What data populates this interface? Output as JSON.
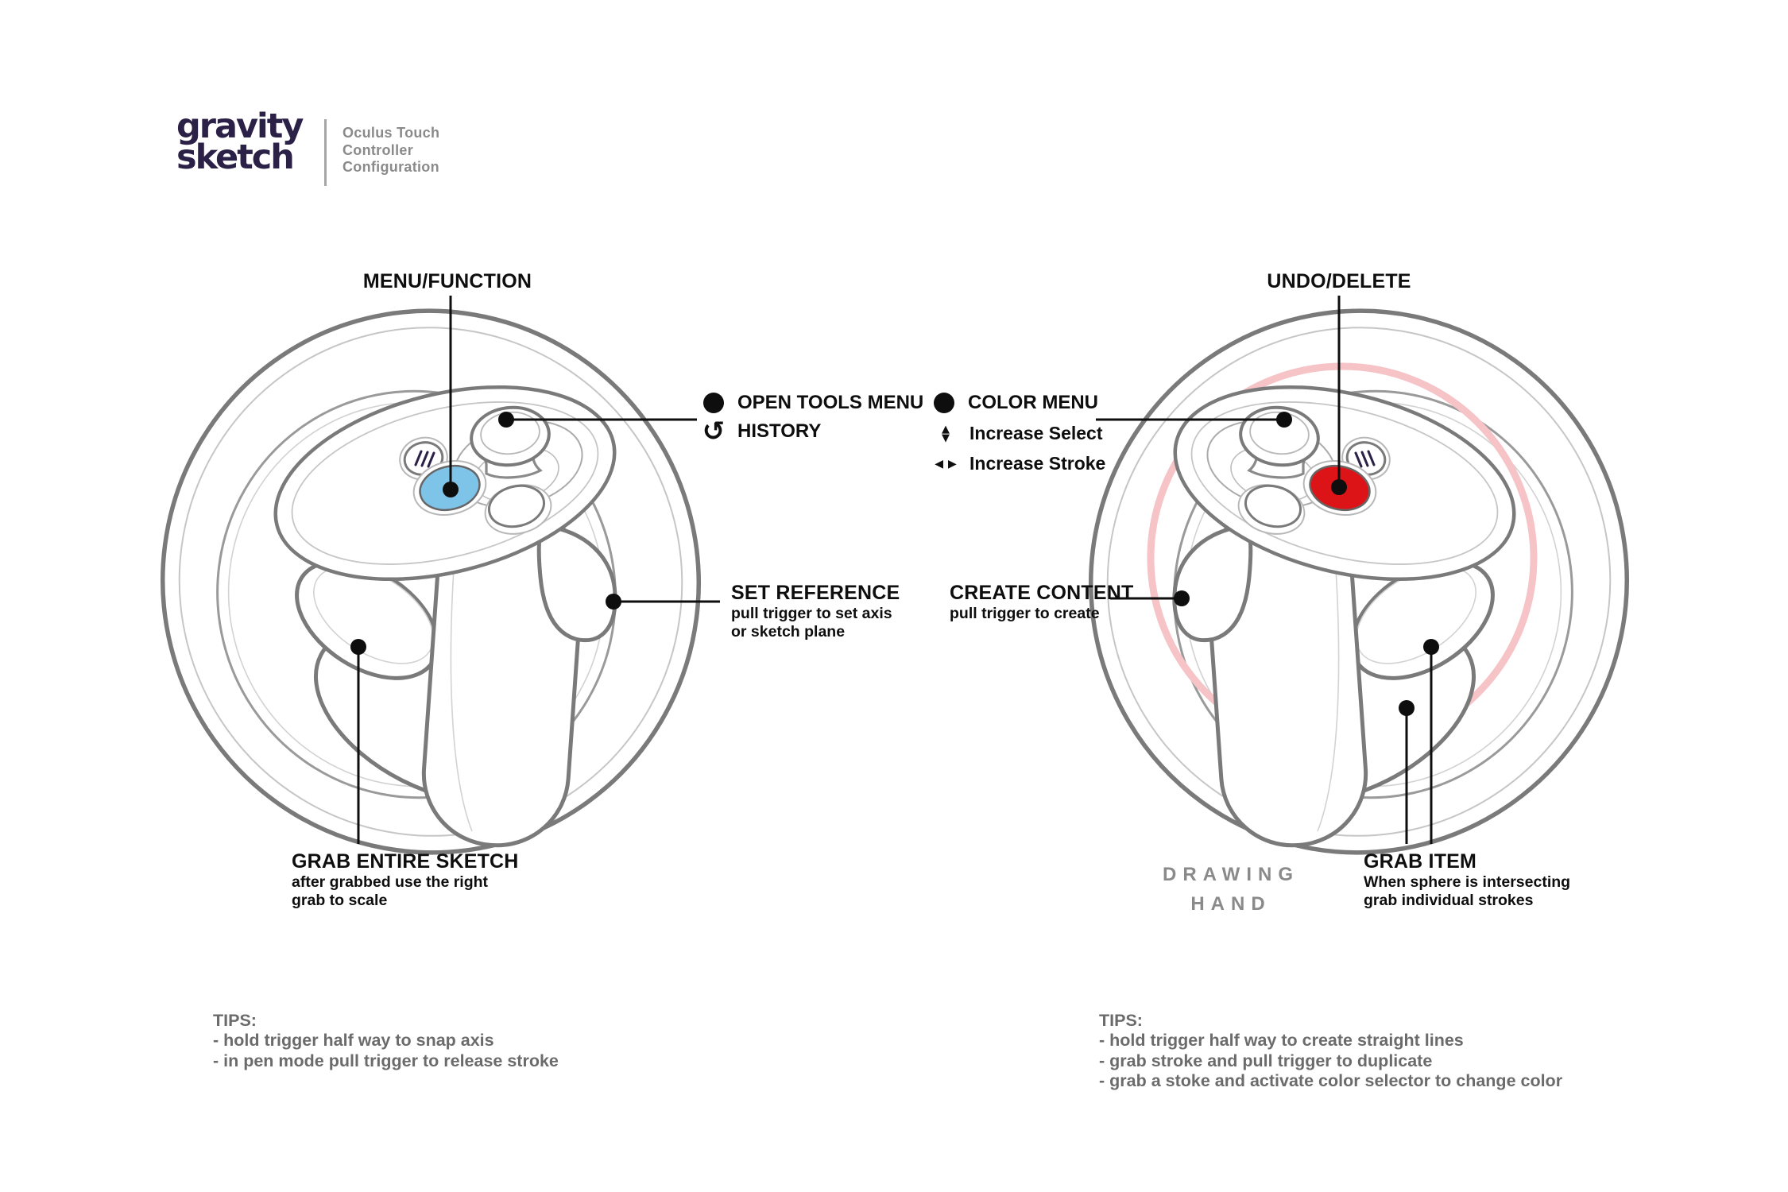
{
  "logo": {
    "word1": "gravity",
    "word2": "sketch",
    "subtitle_line1": "Oculus Touch",
    "subtitle_line2": "Controller",
    "subtitle_line3": "Configuration"
  },
  "glyphs": {
    "press": "●",
    "history": "↺",
    "up": "▲",
    "down": "▼",
    "left": "◀",
    "right": "▶"
  },
  "colors": {
    "logo_navy": "#2b2147",
    "subtitle_gray": "#8a8a8a",
    "outline_gray": "#7a7a7a",
    "leader_black": "#0e0e0e",
    "menu_button_blue": "#7EC3E8",
    "undo_button_red": "#DD1417",
    "sphere_pink": "#F6C3C6",
    "tips_gray": "#6b6b6b"
  },
  "left": {
    "menu_function_label": "MENU/FUNCTION",
    "legend": [
      {
        "icon": "press-button",
        "label": "OPEN TOOLS MENU"
      },
      {
        "icon": "history-rotate",
        "label": "HISTORY"
      }
    ],
    "set_reference": {
      "title": "SET REFERENCE",
      "line1": "pull trigger to set axis",
      "line2": "or sketch plane"
    },
    "grab_entire_sketch": {
      "title": "GRAB ENTIRE SKETCH",
      "line1": "after grabbed use the right",
      "line2": "grab to scale"
    },
    "tips": {
      "title": "TIPS:",
      "line1": "- hold trigger half way to snap axis",
      "line2": "- in pen mode pull trigger to release stroke"
    }
  },
  "right": {
    "undo_delete_label": "UNDO/DELETE",
    "legend": [
      {
        "icon": "press-button",
        "label": "COLOR MENU"
      },
      {
        "icon": "up-down-arrows",
        "label": "Increase Select"
      },
      {
        "icon": "left-right-arrows",
        "label": "Increase Stroke"
      }
    ],
    "create_content": {
      "title": "CREATE CONTENT",
      "line1": "pull trigger to create"
    },
    "grab_item": {
      "title": "GRAB ITEM",
      "line1": "When sphere is intersecting",
      "line2": "grab individual strokes"
    },
    "drawing_hand": {
      "line1": "DRAWING",
      "line2": "HAND"
    },
    "tips": {
      "title": "TIPS:",
      "line1": "- hold trigger half way to create straight lines",
      "line2": "- grab stroke and pull trigger to duplicate",
      "line3": "- grab a stoke and activate color selector to change color"
    }
  }
}
